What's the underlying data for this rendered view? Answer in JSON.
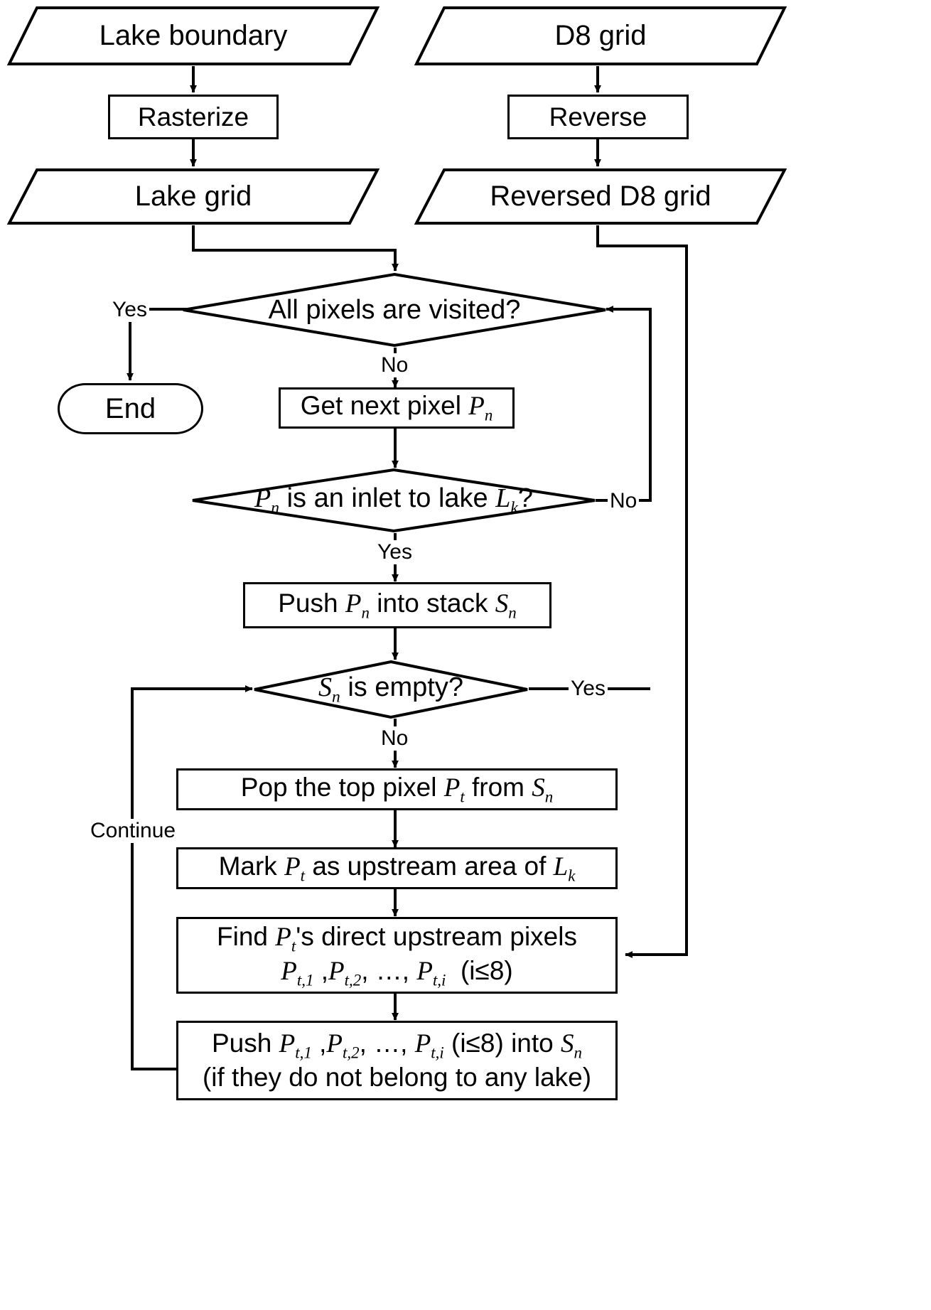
{
  "diagram": {
    "type": "flowchart",
    "title": "Lake upstream area delineation flowchart",
    "stroke_color": "#000000",
    "background_color": "#ffffff"
  },
  "nodes": {
    "lake_boundary": {
      "label": "Lake boundary",
      "shape": "io-parallelogram"
    },
    "d8_grid": {
      "label": "D8 grid",
      "shape": "io-parallelogram"
    },
    "rasterize": {
      "label": "Rasterize",
      "shape": "process"
    },
    "reverse": {
      "label": "Reverse",
      "shape": "process"
    },
    "lake_grid": {
      "label": "Lake grid",
      "shape": "io-parallelogram"
    },
    "reversed_d8_grid": {
      "label": "Reversed D8 grid",
      "shape": "io-parallelogram"
    },
    "all_visited": {
      "label": "All pixels are visited?",
      "shape": "decision"
    },
    "end": {
      "label": "End",
      "shape": "terminator"
    },
    "get_next_pixel": {
      "label_html": "Get next pixel <var>P</var><sub>n</sub>",
      "shape": "process"
    },
    "is_inlet": {
      "label_html": "<var>P</var><sub>n</sub> is an inlet to lake <var>L</var><sub>k</sub>?",
      "shape": "decision"
    },
    "push_pn": {
      "label_html": "Push <var>P</var><sub>n</sub> into stack <var>S</var><sub>n</sub>",
      "shape": "process"
    },
    "stack_empty": {
      "label_html": "<var>S</var><sub>n</sub> is empty?",
      "shape": "decision"
    },
    "pop_top": {
      "label_html": "Pop the top pixel <var>P</var><sub>t</sub> from <var>S</var><sub>n</sub>",
      "shape": "process"
    },
    "mark_upstream": {
      "label_html": "Mark <var>P</var><sub>t</sub> as upstream area of <var>L</var><sub>k</sub>",
      "shape": "process"
    },
    "find_upstream_line1": {
      "label_html": "Find <var>P</var><sub>t</sub>'s direct upstream pixels"
    },
    "find_upstream_line2": {
      "label_html": "<var>P</var><sub>t,1</sub> ,<var>P</var><sub>t,2</sub>, …, <var>P</var><sub>t,i</sub>  (i≤8)"
    },
    "push_upstream_line1": {
      "label_html": "Push <var>P</var><sub>t,1</sub> ,<var>P</var><sub>t,2</sub>, …, <var>P</var><sub>t,i</sub> (i≤8) into <var>S</var><sub>n</sub>"
    },
    "push_upstream_line2": {
      "label_html": "(if they do not belong to any lake)"
    }
  },
  "edge_labels": {
    "all_visited_yes": "Yes",
    "all_visited_no": "No",
    "is_inlet_no": "No",
    "is_inlet_yes": "Yes",
    "stack_empty_yes": "Yes",
    "stack_empty_no": "No",
    "continue": "Continue"
  }
}
